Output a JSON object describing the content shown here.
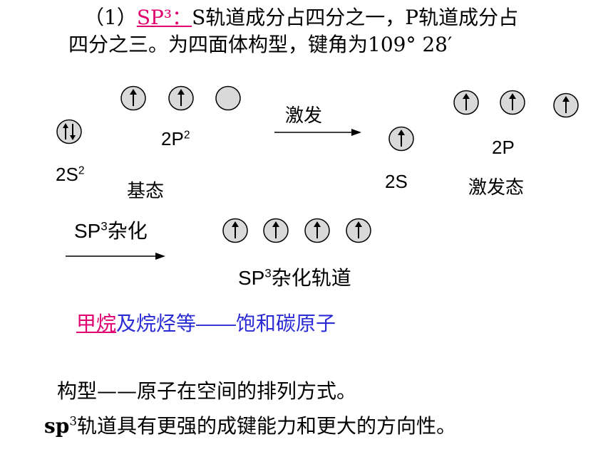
{
  "heading": {
    "prefix": "（1）",
    "sp3_link": "SP³：",
    "line1_rest": "S轨道成分占四分之一，P轨道成分占",
    "line2": "四分之三。为四面体构型，键角为109° 28′"
  },
  "diagram": {
    "ground_2p_label": "2P",
    "ground_2p_sup": "2",
    "ground_2s_label": "2S",
    "ground_2s_sup": "2",
    "ground_state": "基态",
    "excite_label": "激发",
    "excited_2s_label": "2S",
    "excited_2p_label": "2P",
    "excited_state": "激发态",
    "hybrid_arrow_label_main": "SP",
    "hybrid_arrow_label_sup": "3",
    "hybrid_arrow_label_rest": "杂化",
    "hybrid_orbital_label_main": "SP",
    "hybrid_orbital_label_sup": "3",
    "hybrid_orbital_label_rest": "杂化轨道",
    "ground_2p_orbitals": [
      "up",
      "up",
      "empty"
    ],
    "ground_2s_orbitals": [
      "paired"
    ],
    "excited_2s_orbitals": [
      "up"
    ],
    "excited_2p_orbitals": [
      "up",
      "up",
      "up"
    ],
    "hybrid_orbitals": [
      "up",
      "up",
      "up",
      "up"
    ]
  },
  "examples": {
    "methane": "甲烷",
    "rest": "及烷烃等——饱和碳原子"
  },
  "notes": {
    "configuration": "构型——原子在空间的排列方式。",
    "sp3_prefix": "sp",
    "sp3_sup": "3",
    "sp3_rest": "轨道具有更强的成键能力和更大的方向性。"
  },
  "colors": {
    "highlight": "#e00070",
    "blue_text": "#2b2bd6",
    "orbital_fill": "#d9d9d9"
  }
}
